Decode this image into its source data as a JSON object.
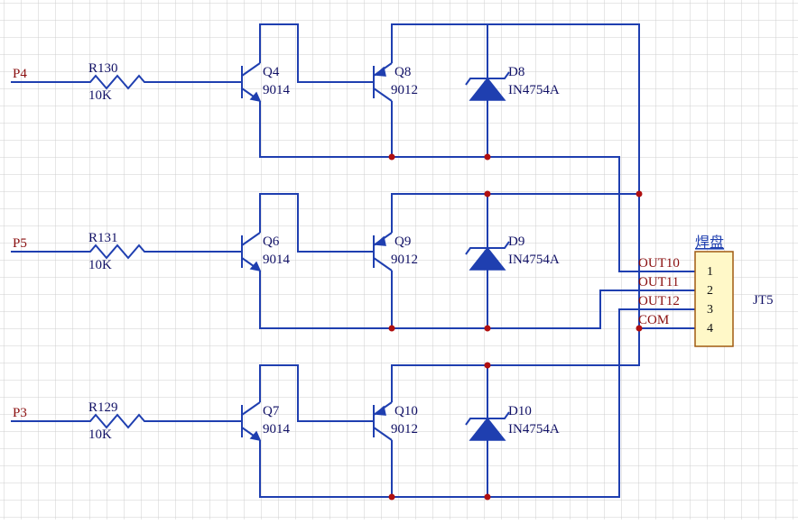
{
  "colors": {
    "wire": "#1f3fb0",
    "grid": "#cfcfcf",
    "junction": "#b01010",
    "net_label": "#8a0e0e",
    "connector_fill": "#fff8c8",
    "connector_border": "#a05a10"
  },
  "rows": [
    {
      "net": "P4",
      "resistor": {
        "ref": "R130",
        "value": "10K"
      },
      "npn": {
        "ref": "Q4",
        "part": "9014"
      },
      "pnp": {
        "ref": "Q8",
        "part": "9012"
      },
      "diode": {
        "ref": "D8",
        "part": "IN4754A"
      }
    },
    {
      "net": "P5",
      "resistor": {
        "ref": "R131",
        "value": "10K"
      },
      "npn": {
        "ref": "Q6",
        "part": "9014"
      },
      "pnp": {
        "ref": "Q9",
        "part": "9012"
      },
      "diode": {
        "ref": "D9",
        "part": "IN4754A"
      }
    },
    {
      "net": "P3",
      "resistor": {
        "ref": "R129",
        "value": "10K"
      },
      "npn": {
        "ref": "Q7",
        "part": "9014"
      },
      "pnp": {
        "ref": "Q10",
        "part": "9012"
      },
      "diode": {
        "ref": "D10",
        "part": "IN4754A"
      }
    }
  ],
  "connector": {
    "title": "焊盘",
    "ref": "JT5",
    "pins": [
      {
        "num": "1",
        "net": "OUT10"
      },
      {
        "num": "2",
        "net": "OUT11"
      },
      {
        "num": "3",
        "net": "OUT12"
      },
      {
        "num": "4",
        "net": "COM"
      }
    ]
  }
}
